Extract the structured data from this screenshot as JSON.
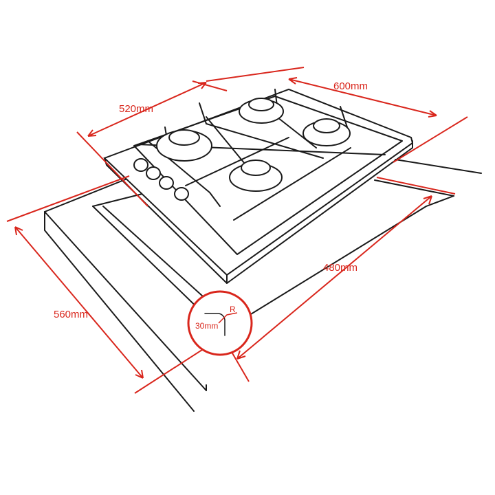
{
  "dimensions": {
    "width": "600mm",
    "depth": "520mm",
    "cutout_width": "480mm",
    "cutout_depth": "560mm",
    "corner_offset": "30mm",
    "corner_radius": "R"
  },
  "colors": {
    "dimension": "#d9261c",
    "outline": "#1a1a1a"
  }
}
